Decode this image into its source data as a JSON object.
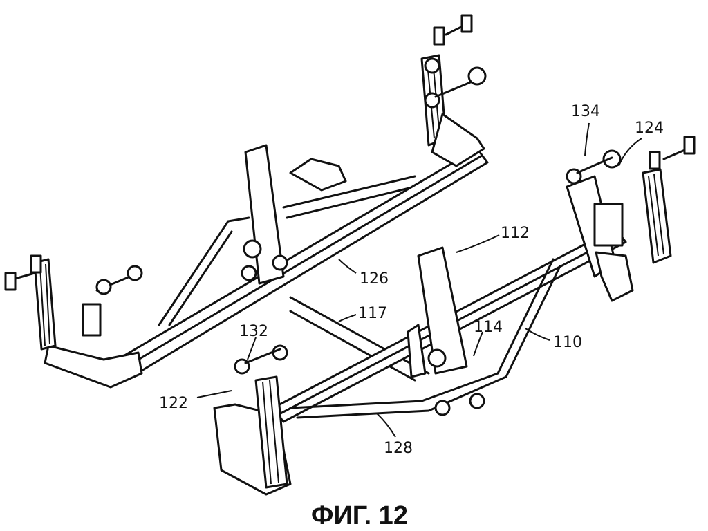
{
  "figure": {
    "caption": "ФИГ. 12",
    "labels": {
      "l134": "134",
      "l124": "124",
      "l112": "112",
      "l126": "126",
      "l117": "117",
      "l114": "114",
      "l110": "110",
      "l132": "132",
      "l122": "122",
      "l128": "128"
    }
  }
}
